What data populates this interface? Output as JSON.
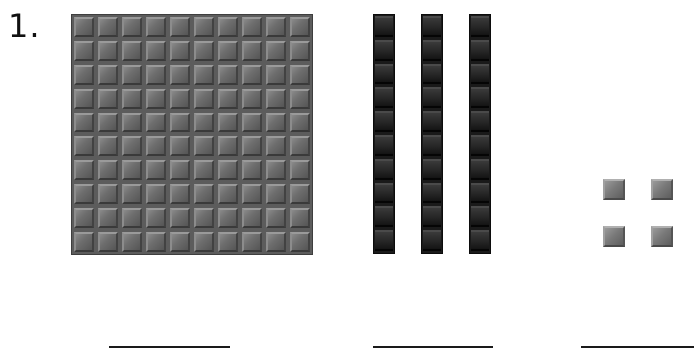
{
  "problem": {
    "number_label": "1."
  },
  "blocks": {
    "hundreds": {
      "count": 1,
      "rows": 10,
      "columns": 10,
      "color": "#5c5c5c"
    },
    "tens": {
      "count": 3,
      "units_per_rod": 10,
      "color": "#1a1a1a"
    },
    "ones": {
      "count": 4,
      "color": "#7a7a7a"
    }
  },
  "answer_blanks": [
    {
      "value": ""
    },
    {
      "value": ""
    },
    {
      "value": ""
    }
  ]
}
